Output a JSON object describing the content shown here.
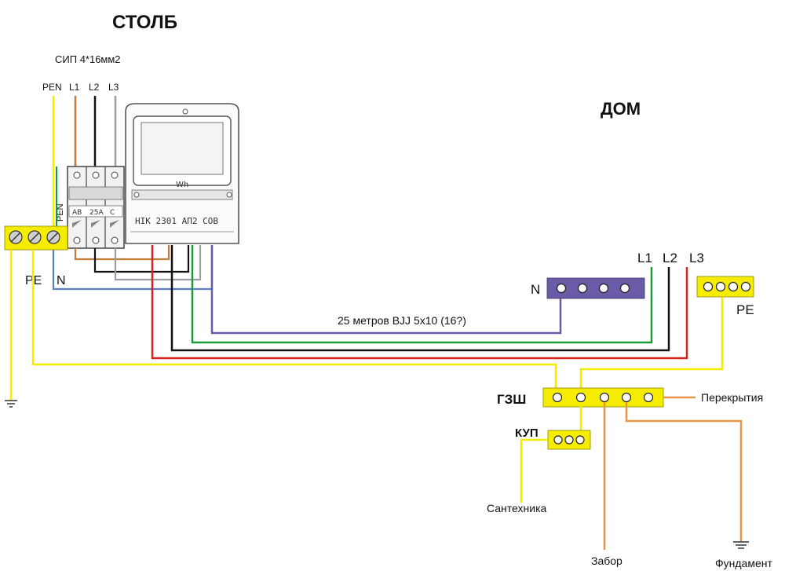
{
  "titles": {
    "pole": "СТОЛБ",
    "house": "ДОМ",
    "cable": "СИП 4*16мм2"
  },
  "pole_wires": {
    "pen": "PEN",
    "l1": "L1",
    "l2": "L2",
    "l3": "L3",
    "pen_vertical": "PEN"
  },
  "breaker": {
    "labels": [
      "AB",
      "25A",
      "C"
    ]
  },
  "meter": {
    "unit": "Wh",
    "model": "НІК 2301  АП2  СОВ"
  },
  "pole_bus": {
    "pe": "PE",
    "n": "N"
  },
  "run_label": "25 метров ВЈЈ 5х10 (16?)",
  "house_bus": {
    "n": "N",
    "l1": "L1",
    "l2": "L2",
    "l3": "L3",
    "pe": "PE"
  },
  "grounding": {
    "gzsh": "ГЗШ",
    "kup": "КУП",
    "perekrytiya": "Перекрытия",
    "santehnika": "Сантехника",
    "zabor": "Забор",
    "fundament": "Фундамент"
  },
  "colors": {
    "yellow_bus": "#f5ec00",
    "purple_bus": "#6a5aa8",
    "pe_wire": "#f5ec00",
    "l1_green": "#1a9a3a",
    "l2_black": "#111111",
    "l3_red": "#d4241c",
    "n_purple": "#6a5aa8",
    "orange_wire": "#e8954a",
    "brown_wire": "#c47a3a",
    "gray_wire": "#9aa0a8",
    "blue_wire": "#5a7fc0"
  }
}
